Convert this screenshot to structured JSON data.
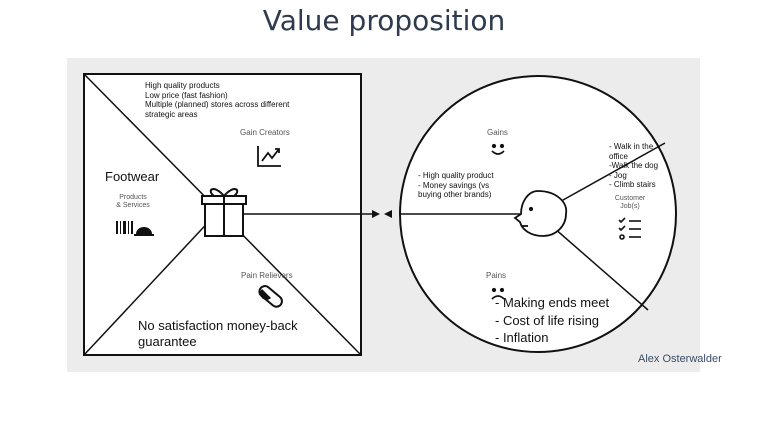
{
  "title": "Value proposition",
  "left": {
    "gain_creators_text": [
      "High quality products",
      "Low price (fast fashion)",
      "Multiple (planned) stores across different",
      "strategic areas"
    ],
    "gain_creators_label": "Gain Creators",
    "products_note": "Footwear",
    "products_label_1": "Products",
    "products_label_2": "& Services",
    "pain_relievers_label": "Pain Relievers",
    "pain_relievers_text": [
      "No satisfaction money-back",
      "guarantee"
    ]
  },
  "right": {
    "gains_label": "Gains",
    "gains_text": [
      "- High quality product",
      "- Money savings (vs",
      "buying other brands)"
    ],
    "jobs_text": [
      "- Walk in the",
      "office",
      "-Walk the dog",
      "- Jog",
      "- Climb stairs"
    ],
    "jobs_label_1": "Customer",
    "jobs_label_2": "Job(s)",
    "pains_label": "Pains",
    "pains_text": [
      "- Making ends meet",
      "- Cost of life rising",
      "- Inflation"
    ]
  },
  "credit": "Alex Osterwalder",
  "icons": [
    "trend-chart-icon",
    "gift-icon",
    "barcode-icon",
    "service-bell-icon",
    "pill-icon",
    "smile-icon",
    "frown-icon",
    "face-profile-icon",
    "checklist-icon"
  ]
}
